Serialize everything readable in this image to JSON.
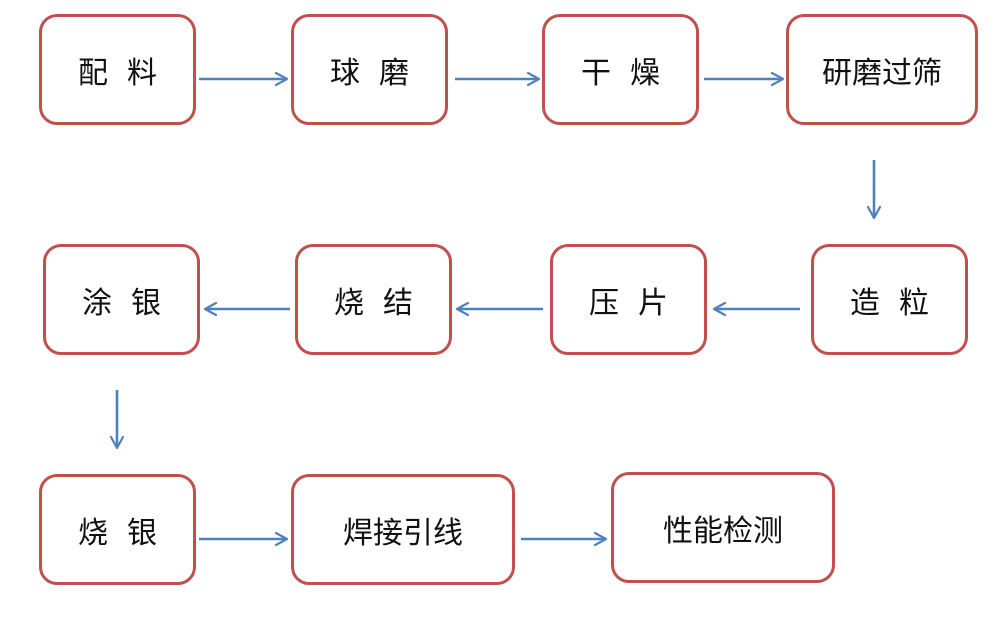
{
  "diagram": {
    "colors": {
      "box_border": "#c0504d",
      "arrow": "#4f81bd",
      "text": "#111111"
    },
    "steps": [
      "配  料",
      "球  磨",
      "干  燥",
      "研磨过筛",
      "造  粒",
      "压  片",
      "烧  结",
      "涂  银",
      "烧  银",
      "焊接引线",
      "性能检测"
    ]
  }
}
